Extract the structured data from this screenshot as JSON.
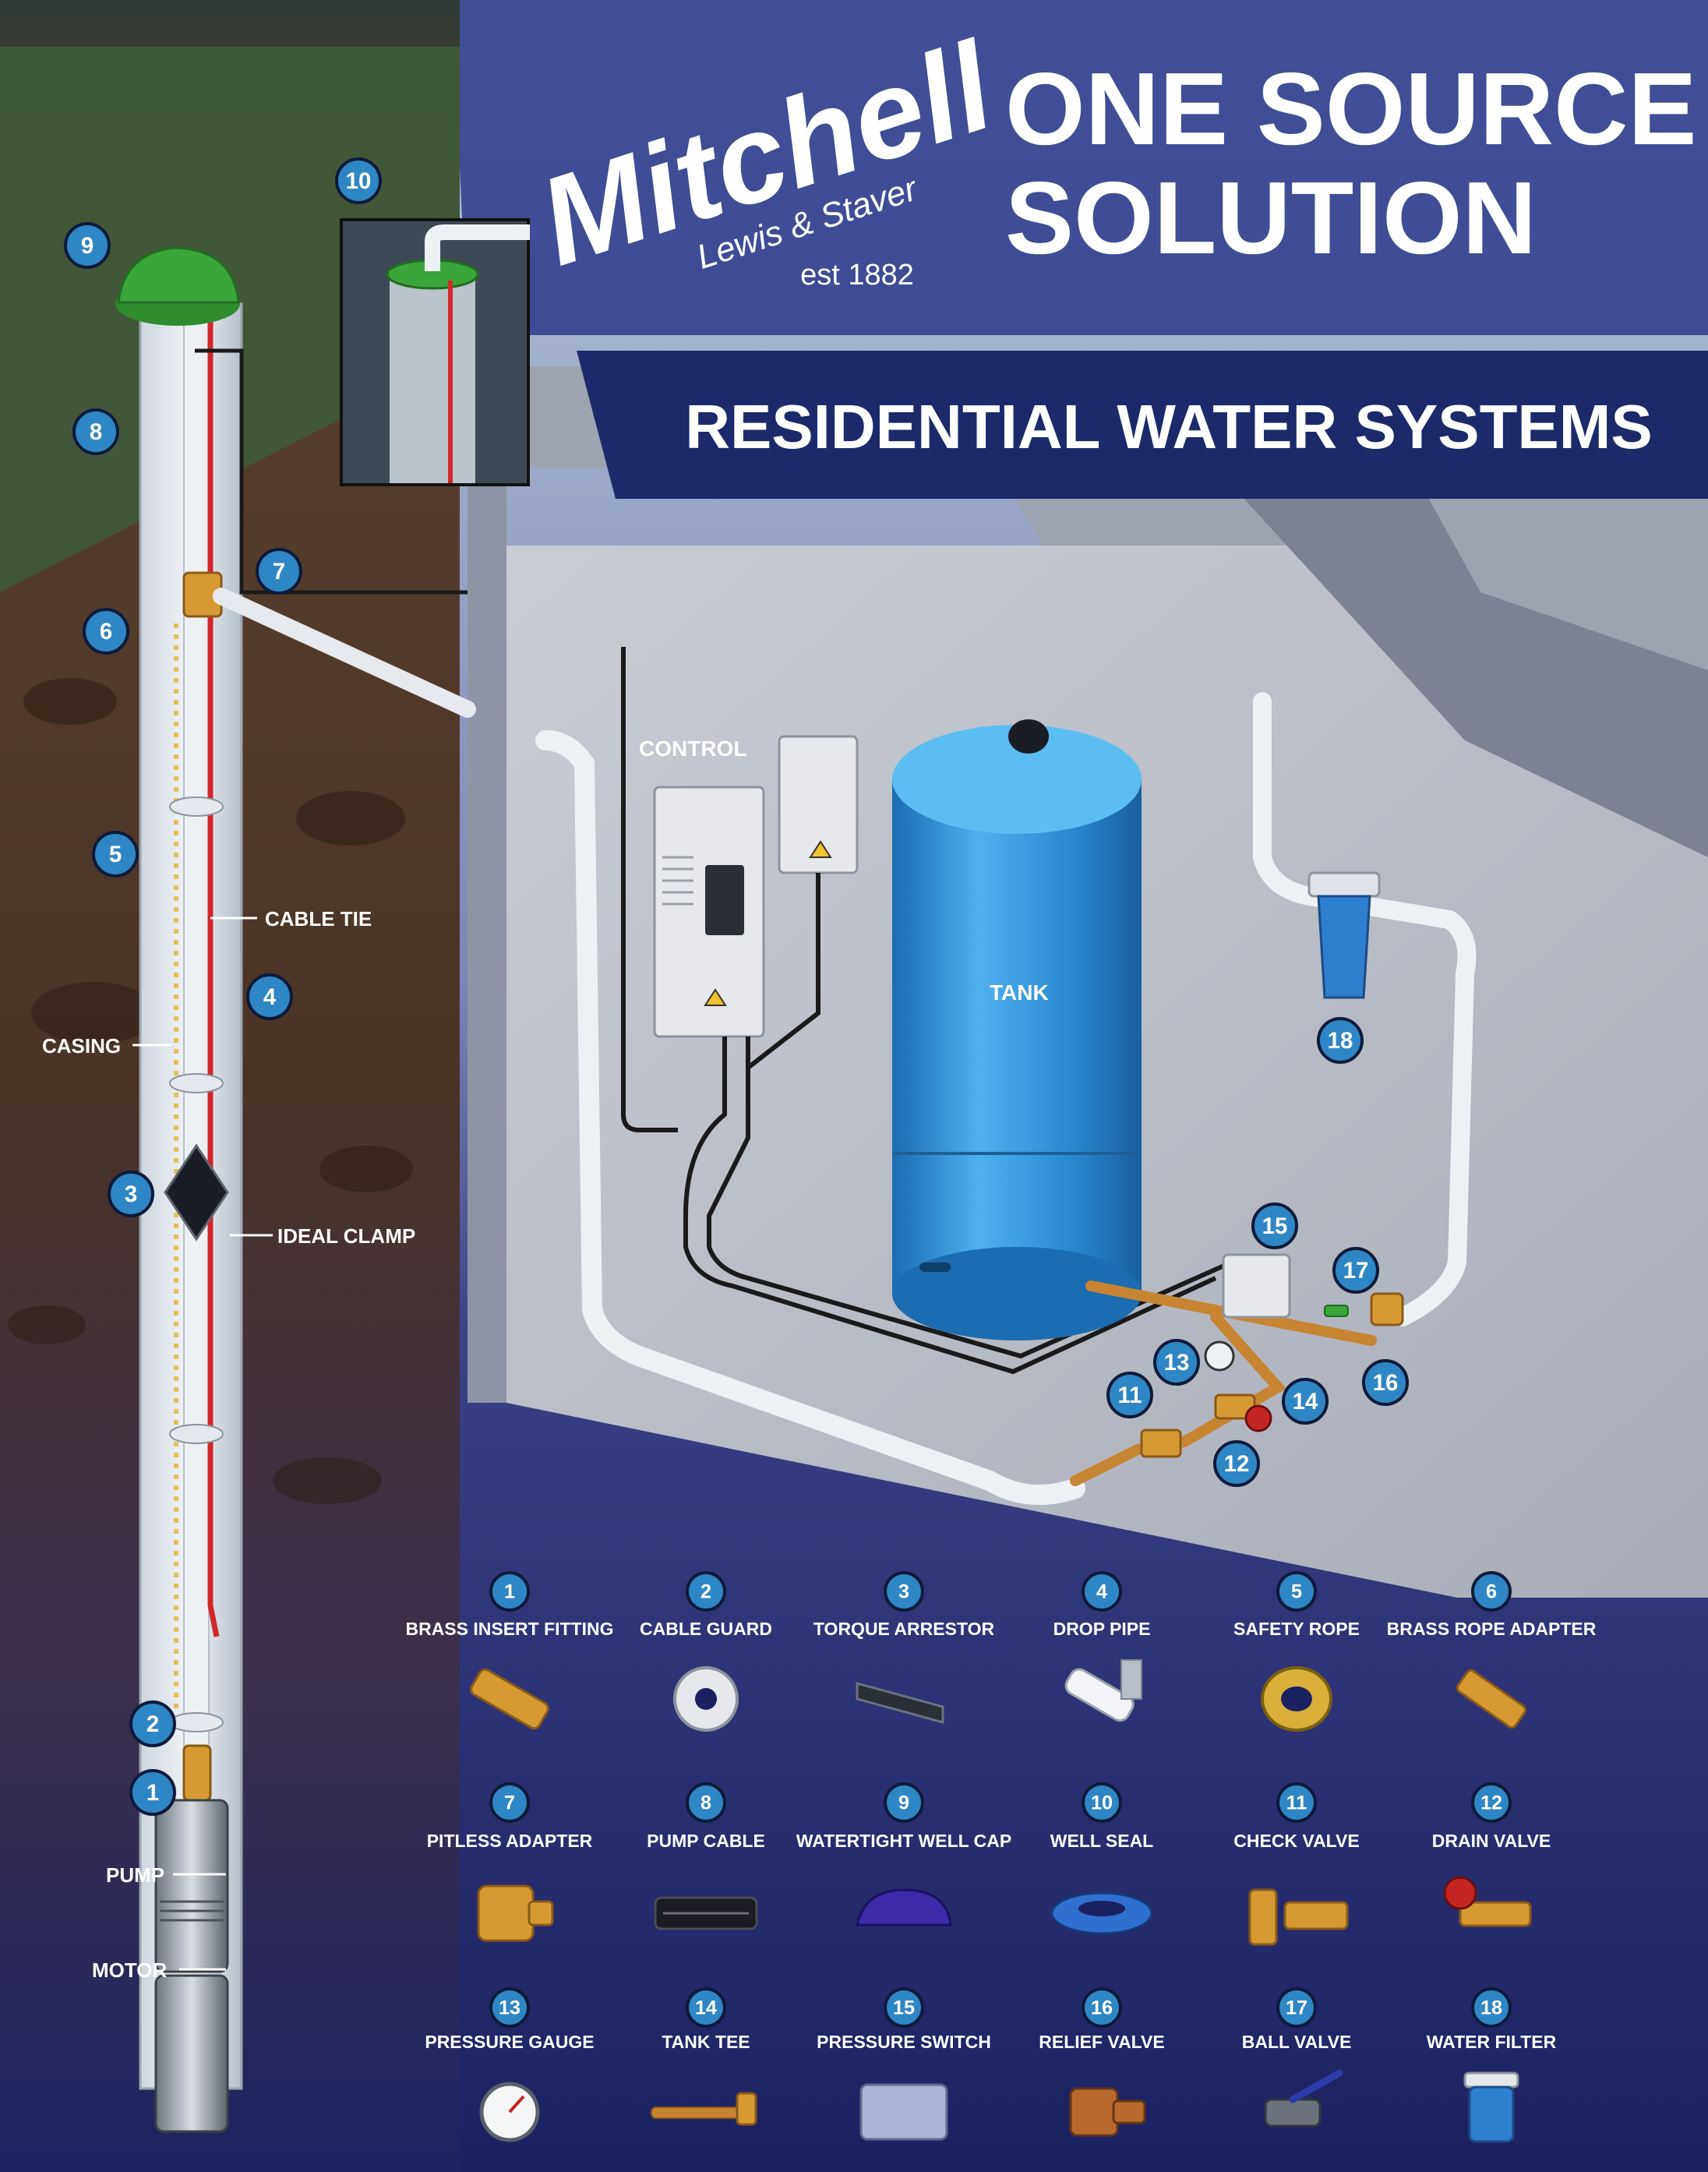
{
  "brand": {
    "name": "Mitchell",
    "sub": "Lewis & Staver",
    "est": "est 1882"
  },
  "headline": {
    "line1": "ONE SOURCE",
    "line2": "SOLUTION",
    "banner": "RESIDENTIAL WATER SYSTEMS"
  },
  "labels": {
    "cable_tie": "CABLE TIE",
    "casing": "CASING",
    "ideal_clamp": "IDEAL CLAMP",
    "pump": "PUMP",
    "motor": "MOTOR",
    "control": "CONTROL",
    "tank": "TANK"
  },
  "colors": {
    "background_top": "#c9d7e6",
    "banner": "#1c2a6b",
    "accent_blue": "#2f86c4",
    "tank_blue": "#2d8fd4",
    "well_cap_green": "#3aa639",
    "cable_red": "#d2262b",
    "brass": "#d79a33"
  },
  "parts": [
    {
      "num": "1",
      "name": "BRASS INSERT FITTING",
      "icon": "brass-insert-fitting-icon"
    },
    {
      "num": "2",
      "name": "CABLE GUARD",
      "icon": "cable-guard-icon"
    },
    {
      "num": "3",
      "name": "TORQUE ARRESTOR",
      "icon": "torque-arrestor-icon"
    },
    {
      "num": "4",
      "name": "DROP PIPE",
      "icon": "drop-pipe-icon"
    },
    {
      "num": "5",
      "name": "SAFETY ROPE",
      "icon": "safety-rope-icon"
    },
    {
      "num": "6",
      "name": "BRASS ROPE ADAPTER",
      "icon": "brass-rope-adapter-icon"
    },
    {
      "num": "7",
      "name": "PITLESS ADAPTER",
      "icon": "pitless-adapter-icon"
    },
    {
      "num": "8",
      "name": "PUMP CABLE",
      "icon": "pump-cable-icon"
    },
    {
      "num": "9",
      "name": "WATERTIGHT WELL CAP",
      "icon": "well-cap-icon"
    },
    {
      "num": "10",
      "name": "WELL SEAL",
      "icon": "well-seal-icon"
    },
    {
      "num": "11",
      "name": "CHECK VALVE",
      "icon": "check-valve-icon"
    },
    {
      "num": "12",
      "name": "DRAIN VALVE",
      "icon": "drain-valve-icon"
    },
    {
      "num": "13",
      "name": "PRESSURE GAUGE",
      "icon": "pressure-gauge-icon"
    },
    {
      "num": "14",
      "name": "TANK TEE",
      "icon": "tank-tee-icon"
    },
    {
      "num": "15",
      "name": "PRESSURE SWITCH",
      "icon": "pressure-switch-icon"
    },
    {
      "num": "16",
      "name": "RELIEF VALVE",
      "icon": "relief-valve-icon"
    },
    {
      "num": "17",
      "name": "BALL VALVE",
      "icon": "ball-valve-icon"
    },
    {
      "num": "18",
      "name": "WATER FILTER",
      "icon": "water-filter-icon"
    }
  ],
  "callouts": {
    "n1": "1",
    "n2": "2",
    "n3": "3",
    "n4": "4",
    "n5": "5",
    "n6": "6",
    "n7": "7",
    "n8": "8",
    "n9": "9",
    "n10": "10",
    "n11": "11",
    "n12": "12",
    "n13": "13",
    "n14": "14",
    "n15": "15",
    "n16": "16",
    "n17": "17",
    "n18": "18"
  }
}
